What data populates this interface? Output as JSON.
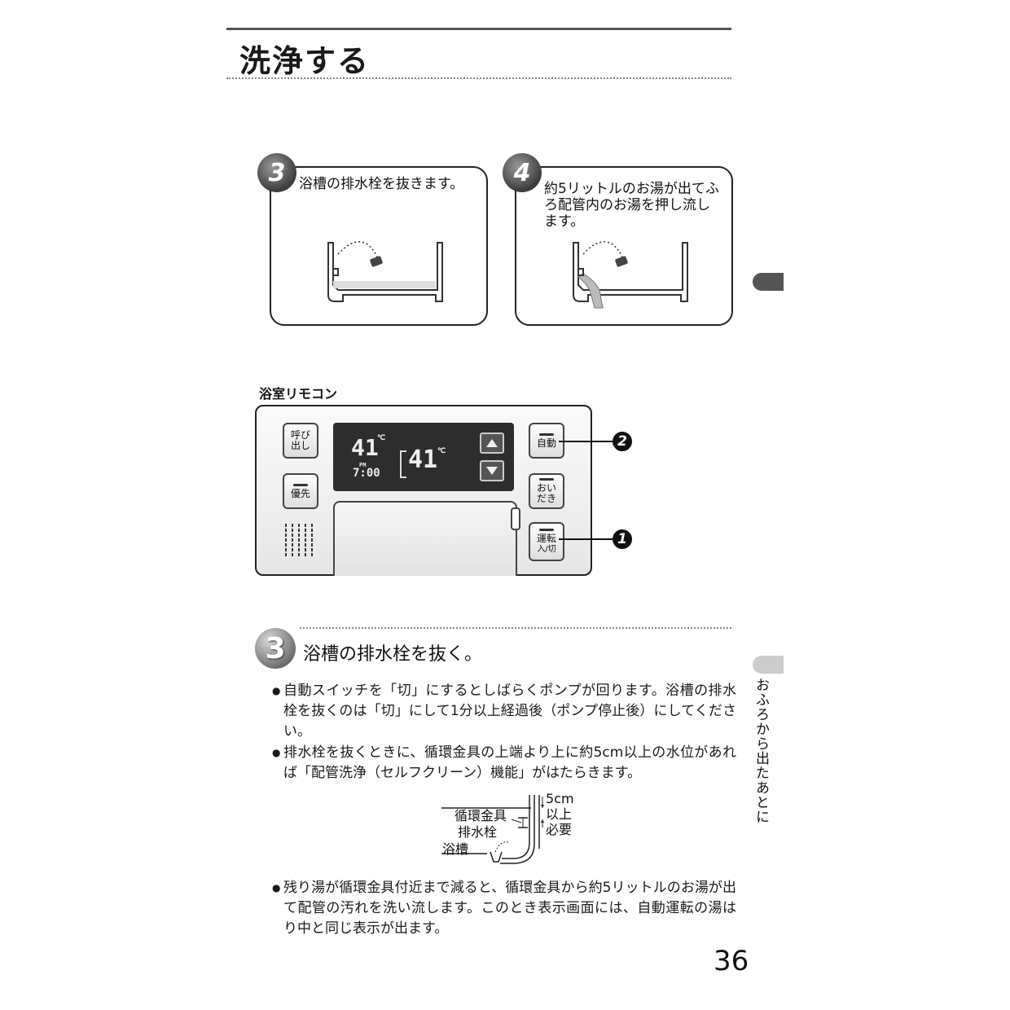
{
  "page": {
    "title": "洗浄する",
    "page_number": "36",
    "side_tab_text": "おふろから出たあとに"
  },
  "steps": [
    {
      "number": "3",
      "text": "浴槽の排水栓を抜きます。"
    },
    {
      "number": "4",
      "text": "約5リットルのお湯が出てふろ配管内のお湯を押し流します。"
    }
  ],
  "remote": {
    "label": "浴室リモコン",
    "buttons": {
      "call": "呼び出し",
      "priority": "優先",
      "auto": "自動",
      "reheat": "おいだき",
      "power_main": "運転",
      "power_sub": "入/切"
    },
    "display": {
      "temp_left": "41",
      "time_prefix": "PM",
      "time": "7:00",
      "temp_right": "41",
      "unit": "℃"
    },
    "callouts": [
      "2",
      "1"
    ]
  },
  "section": {
    "number": "3",
    "title": "浴槽の排水栓を抜く。",
    "bullets": [
      "自動スイッチを「切」にするとしばらくポンプが回ります。浴槽の排水栓を抜くのは「切」にして1分以上経過後（ポンプ停止後）にしてください。",
      "排水栓を抜くときに、循環金具の上端より上に約5cm以上の水位があれば「配管洗浄（セルフクリーン）機能」がはたらきます。",
      "残り湯が循環金具付近まで減ると、循環金具から約5リットルのお湯が出て配管の汚れを洗い流します。このとき表示画面には、自動運転の湯はり中と同じ表示が出ます。"
    ],
    "diagram": {
      "fitting": "循環金具",
      "drain": "排水栓",
      "tub": "浴槽",
      "height": "5cm",
      "above": "以上",
      "required": "必要"
    }
  }
}
